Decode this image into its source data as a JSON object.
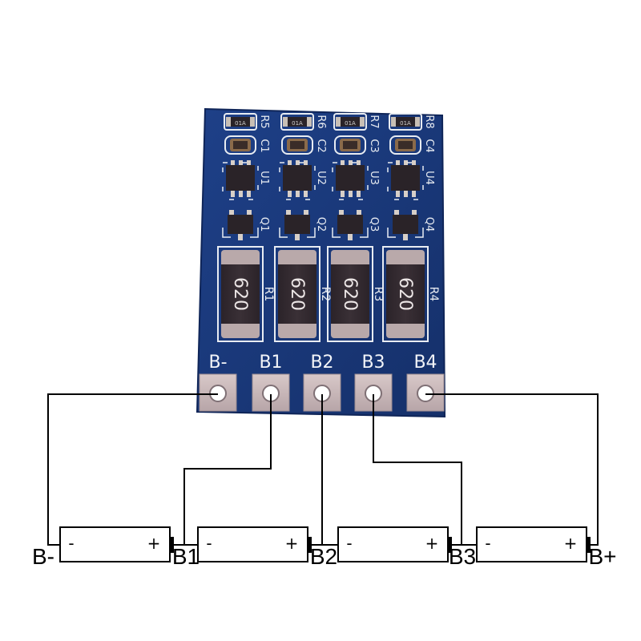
{
  "board": {
    "colors": {
      "pcb": "#1c3a7a",
      "pcb_edge": "#0f2558",
      "silkscreen": "#e8ecf2",
      "pad_metal": "#c8b8b8",
      "chip": "#2a2328"
    },
    "resistors_small": [
      "R5",
      "R6",
      "R7",
      "R8"
    ],
    "resistor_small_marking": "01A",
    "capacitors": [
      "C1",
      "C2",
      "C3",
      "C4"
    ],
    "ics": [
      "U1",
      "U2",
      "U3",
      "U4"
    ],
    "transistors": [
      "Q1",
      "Q2",
      "Q3",
      "Q4"
    ],
    "shunt_resistors": [
      "R1",
      "R2",
      "R3",
      "R4"
    ],
    "shunt_marking": "620",
    "pads": [
      "B-",
      "B1",
      "B2",
      "B3",
      "B4"
    ]
  },
  "wiring": {
    "cells": [
      {
        "neg": "-",
        "pos": "+"
      },
      {
        "neg": "-",
        "pos": "+"
      },
      {
        "neg": "-",
        "pos": "+"
      },
      {
        "neg": "-",
        "pos": "+"
      }
    ],
    "node_labels": [
      "B-",
      "B1",
      "B2",
      "B3",
      "B+"
    ]
  }
}
